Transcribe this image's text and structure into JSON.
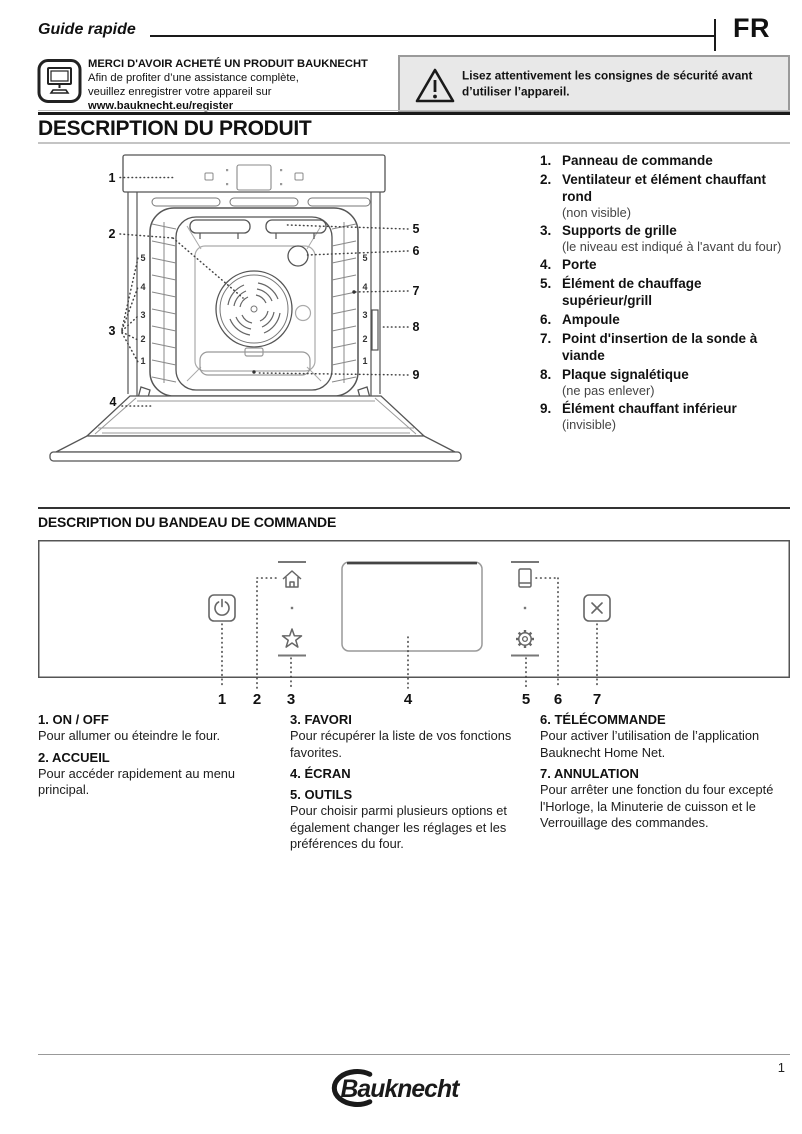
{
  "header": {
    "doc_title": "Guide rapide",
    "lang_code": "FR"
  },
  "register": {
    "icon": "register-computer-icon",
    "title": "MERCI D'AVOIR ACHETÉ UN PRODUIT BAUKNECHT",
    "line1": "Afin de profiter d’une assistance complète,",
    "line2": "veuillez enregistrer votre appareil sur",
    "url": "www.bauknecht.eu/register"
  },
  "warning": {
    "icon": "warning-triangle-icon",
    "text": "Lisez attentivement les consignes de sécurité avant d’utiliser l’appareil."
  },
  "product_section": {
    "title": "DESCRIPTION DU PRODUIT",
    "items": [
      {
        "num": "1.",
        "name": "Panneau de commande",
        "note": ""
      },
      {
        "num": "2.",
        "name": "Ventilateur et élément chauffant rond",
        "note": "(non visible)"
      },
      {
        "num": "3.",
        "name": "Supports de grille",
        "note": "(le niveau est indiqué à l'avant du four)"
      },
      {
        "num": "4.",
        "name": "Porte",
        "note": ""
      },
      {
        "num": "5.",
        "name": "Élément de chauffage supérieur/grill",
        "note": ""
      },
      {
        "num": "6.",
        "name": "Ampoule",
        "note": ""
      },
      {
        "num": "7.",
        "name": "Point d'insertion de la sonde à viande",
        "note": ""
      },
      {
        "num": "8.",
        "name": "Plaque signalétique",
        "note": "(ne pas enlever)"
      },
      {
        "num": "9.",
        "name": "Élément chauffant inférieur",
        "note": "(invisible)"
      }
    ],
    "diagram": {
      "callouts": [
        "1",
        "2",
        "3",
        "4",
        "5",
        "6",
        "7",
        "8",
        "9"
      ],
      "rack_levels": [
        "5",
        "4",
        "3",
        "2",
        "1"
      ]
    }
  },
  "panel_section": {
    "title": "DESCRIPTION DU BANDEAU DE COMMANDE",
    "icons": [
      "power-icon",
      "home-icon",
      "favorite-star-icon",
      "display",
      "remote-phone-icon",
      "settings-gear-icon",
      "cancel-x-icon"
    ],
    "callouts": [
      "1",
      "2",
      "3",
      "4",
      "5",
      "6",
      "7"
    ]
  },
  "legend": {
    "columns": [
      [
        {
          "title": "1. ON / OFF",
          "desc": "Pour allumer ou éteindre le four."
        },
        {
          "title": "2. ACCUEIL",
          "desc": "Pour accéder rapidement au menu principal."
        }
      ],
      [
        {
          "title": "3. FAVORI",
          "desc": "Pour récupérer la liste de vos fonctions favorites."
        },
        {
          "title": "4. ÉCRAN",
          "desc": ""
        },
        {
          "title": "5. OUTILS",
          "desc": "Pour choisir parmi plusieurs options et également changer les réglages et les préférences du four."
        }
      ],
      [
        {
          "title": "6. TÉLÉCOMMANDE",
          "desc": "Pour activer l’utilisation de l’application Bauknecht Home Net."
        },
        {
          "title": "7. ANNULATION",
          "desc": "Pour arrêter une fonction du four excepté l'Horloge, la Minuterie de cuisson et le Verrouillage des commandes."
        }
      ]
    ]
  },
  "colors": {
    "text": "#111111",
    "warning_bg": "#e8e8e8",
    "warning_border": "#9a9a9a",
    "line": "#1a1a1a"
  },
  "footer": {
    "brand": "Bauknecht",
    "page_number": "1"
  }
}
